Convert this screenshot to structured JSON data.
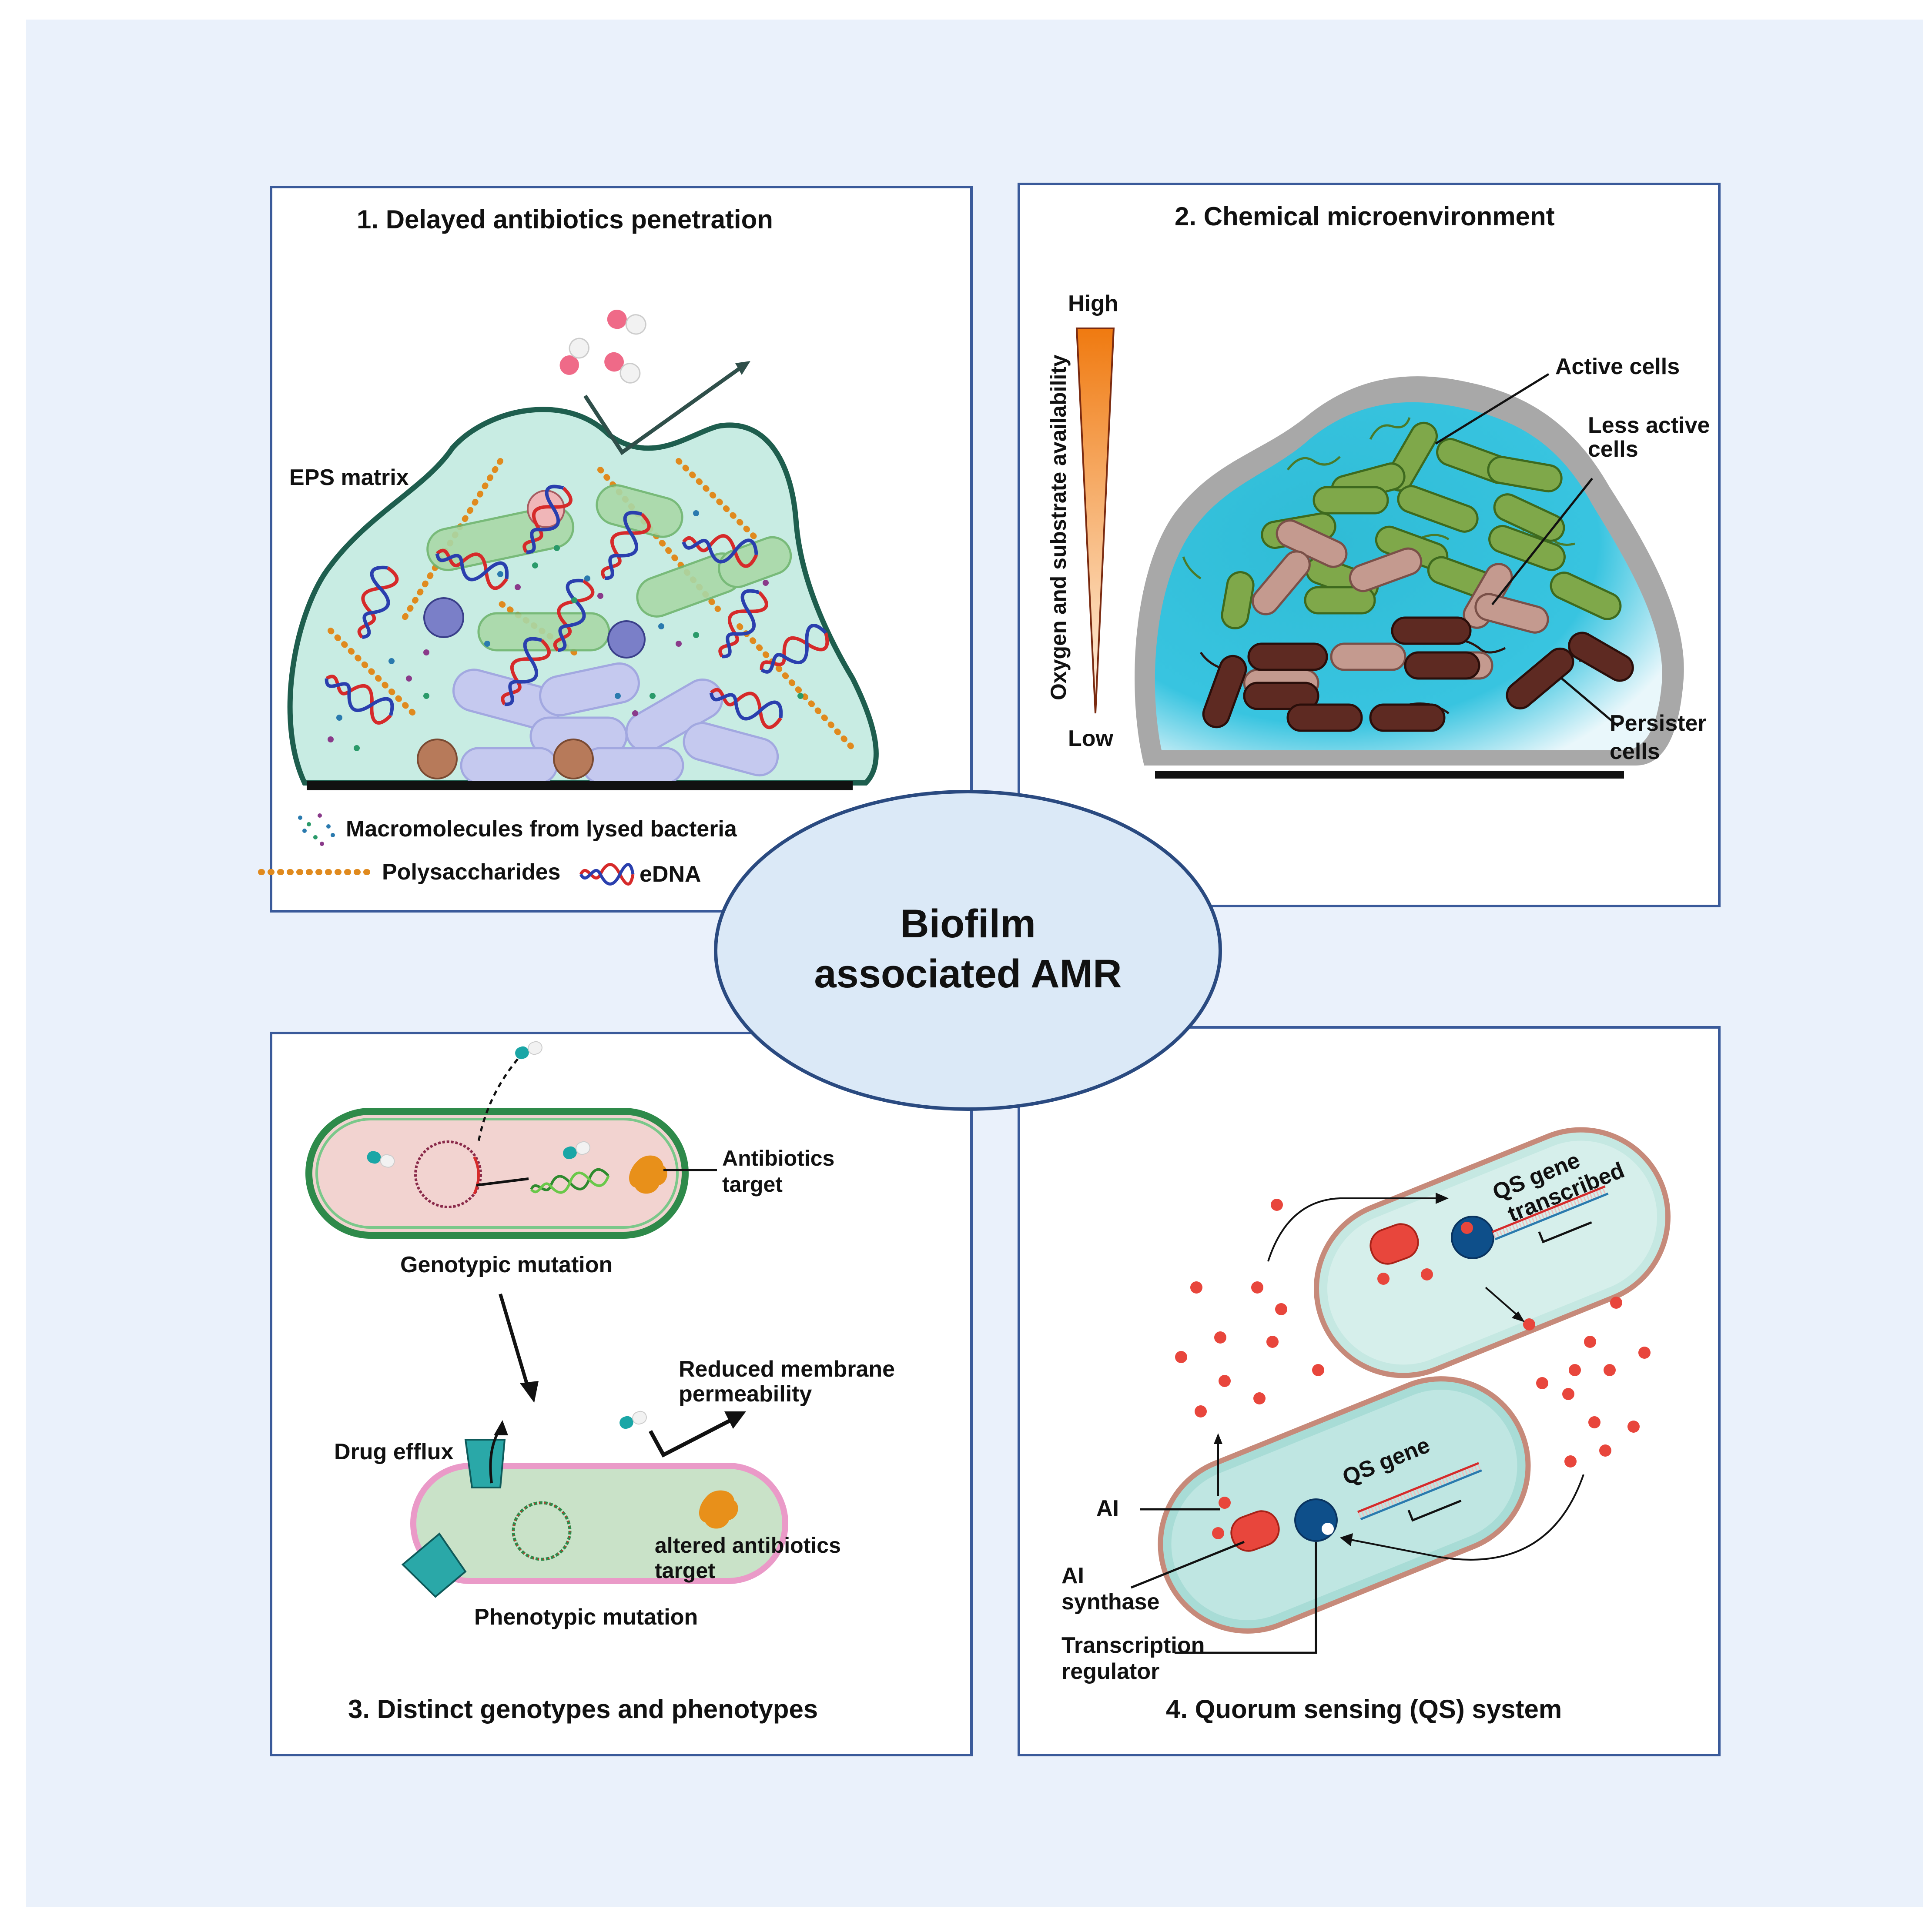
{
  "center": {
    "line1": "Biofilm",
    "line2": "associated AMR"
  },
  "panel1": {
    "title": "1.  Delayed antibiotics penetration",
    "eps_label": "EPS matrix",
    "legend": {
      "macromolecules": "Macromolecules from lysed bacteria",
      "polysaccharides": "Polysaccharides",
      "edna": "eDNA"
    }
  },
  "panel2": {
    "title": "2. Chemical microenvironment",
    "gradient_high": "High",
    "gradient_low": "Low",
    "gradient_axis": "Oxygen and substrate availability",
    "active": "Active cells",
    "less_active_1": "Less active",
    "less_active_2": "cells",
    "persister_1": "Persister",
    "persister_2": "cells"
  },
  "panel3": {
    "title": "3. Distinct genotypes and phenotypes",
    "antibiotics_target_1": "Antibiotics",
    "antibiotics_target_2": "target",
    "genotypic": "Genotypic mutation",
    "reduced_1": "Reduced membrane",
    "reduced_2": "permeability",
    "drug_efflux": "Drug efflux",
    "altered_1": "altered antibiotics",
    "altered_2": "target",
    "phenotypic": "Phenotypic mutation"
  },
  "panel4": {
    "title": "4. Quorum sensing (QS) system",
    "qs_transcribed_1": "QS gene",
    "qs_transcribed_2": "transcribed",
    "qs_gene": "QS gene",
    "ai": "AI",
    "ai_synthase_1": "AI",
    "ai_synthase_2": "synthase",
    "transcription_1": "Transcription",
    "transcription_2": "regulator"
  },
  "colors": {
    "background": "#eaf1fb",
    "panel_border": "#3a5a9a",
    "ellipse_fill": "#dbe9f7",
    "ellipse_stroke": "#2a4a80",
    "matrix_fill": "#c8ece3",
    "matrix_stroke": "#1e5e4e",
    "polysaccharide": "#e08a1e",
    "active_green": "#7fa84a",
    "less_active_pink": "#c49a8f",
    "persister_brown": "#5e2a22",
    "ai_red": "#e8463c",
    "cell_teal": "#bfe6e2"
  }
}
